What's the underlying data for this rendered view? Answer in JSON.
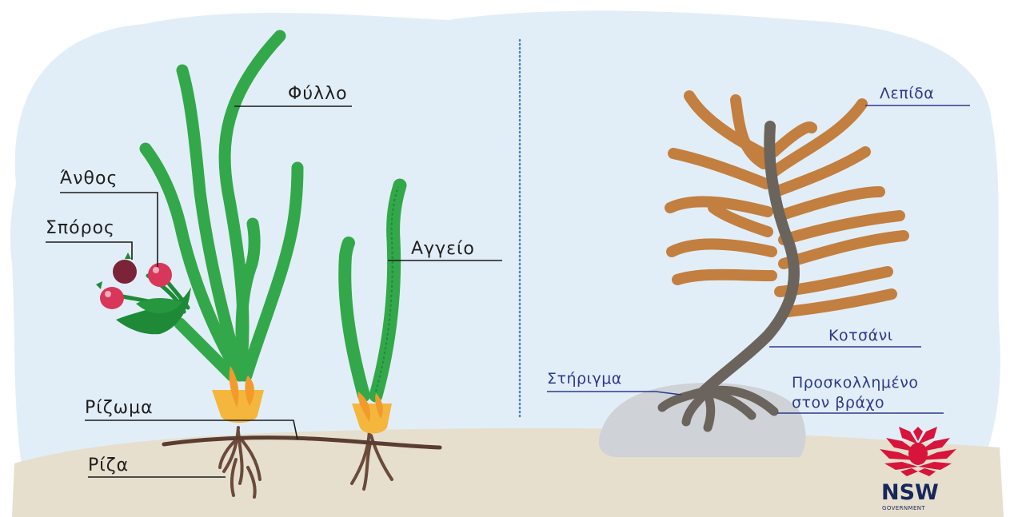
{
  "left_labels": {
    "leaf": "Φύλλο",
    "flower": "Άνθος",
    "seed": "Σπόρος",
    "vessel": "Αγγείο",
    "rhizome": "Ρίζωμα",
    "root": "Ρίζα"
  },
  "right_labels": {
    "scale": "Λεπίδα",
    "stalk": "Κοτσάνι",
    "holdfast": "Στήριγμα",
    "attached_line1": "Προσκολλημένο",
    "attached_line2": "στον βράχο"
  },
  "logo": {
    "text": "NSW",
    "subtext": "GOVERNMENT"
  },
  "colors": {
    "sky": "#e2eef7",
    "ground": "#e6dfce",
    "leaf_green": "#33a84a",
    "dark_green": "#1e8a37",
    "rhizome_orange": "#f4b63c",
    "seaweed_brown": "#c27f3f",
    "stalk_grey": "#6b645c",
    "rock_grey": "#cfd2d6",
    "seed_maroon": "#7b2337",
    "flower_pink": "#d9375a",
    "divider": "#4a86b8",
    "logo_red": "#d7153a",
    "logo_navy": "#17275c"
  }
}
